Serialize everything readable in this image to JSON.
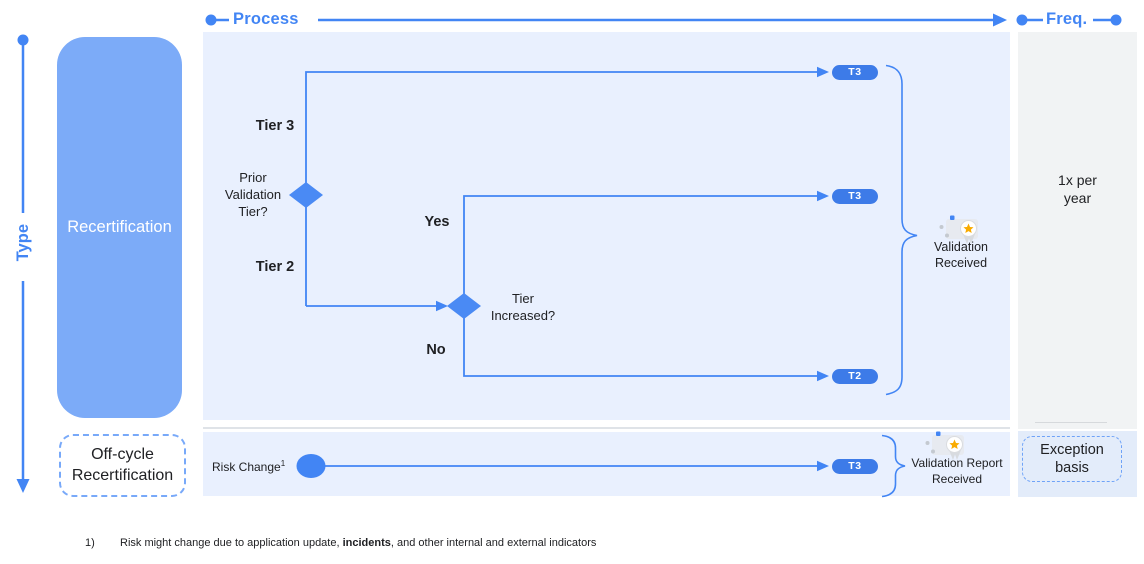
{
  "header": {
    "process_label": "Process",
    "freq_label": "Freq."
  },
  "type_axis": {
    "label": "Type"
  },
  "rows": {
    "recertification": {
      "label": "Recertification"
    },
    "off_cycle": {
      "label": "Off-cycle\nRecertification"
    }
  },
  "flowchart": {
    "tier3_branch_label": "Tier 3",
    "tier2_branch_label": "Tier 2",
    "decision_prior_tier": "Prior\nValidation\nTier?",
    "decision_tier_increased": "Tier\nIncreased?",
    "yes_label": "Yes",
    "no_label": "No",
    "badge_t3": "T3",
    "badge_t2": "T2",
    "validation_received": "Validation\nReceived"
  },
  "off_cycle_flow": {
    "risk_change_label": "Risk Change",
    "risk_change_footnote_ref": "1",
    "badge_t3": "T3",
    "validation_report_received": "Validation Report\nReceived"
  },
  "frequency": {
    "recertification": "1x per\nyear",
    "off_cycle": "Exception\nbasis"
  },
  "footnote": {
    "marker": "1)",
    "text_pre": "Risk might change due to application update, ",
    "text_bold": "incidents",
    "text_post": ", and other internal and external indicators"
  },
  "icons": {
    "validation_badge": "certificate-star-icon"
  },
  "colors": {
    "accent_blue": "#4285F4",
    "panel_blue": "#E9F0FE",
    "node_blue": "#4A8AF4",
    "pill_blue": "#3D7BE8",
    "recert_box_blue": "#7CABF8",
    "freq_panel_gray": "#F1F3F4",
    "exception_panel_blue": "#E3ECFA",
    "text_dark": "#202124",
    "star_orange": "#F9AB00"
  }
}
